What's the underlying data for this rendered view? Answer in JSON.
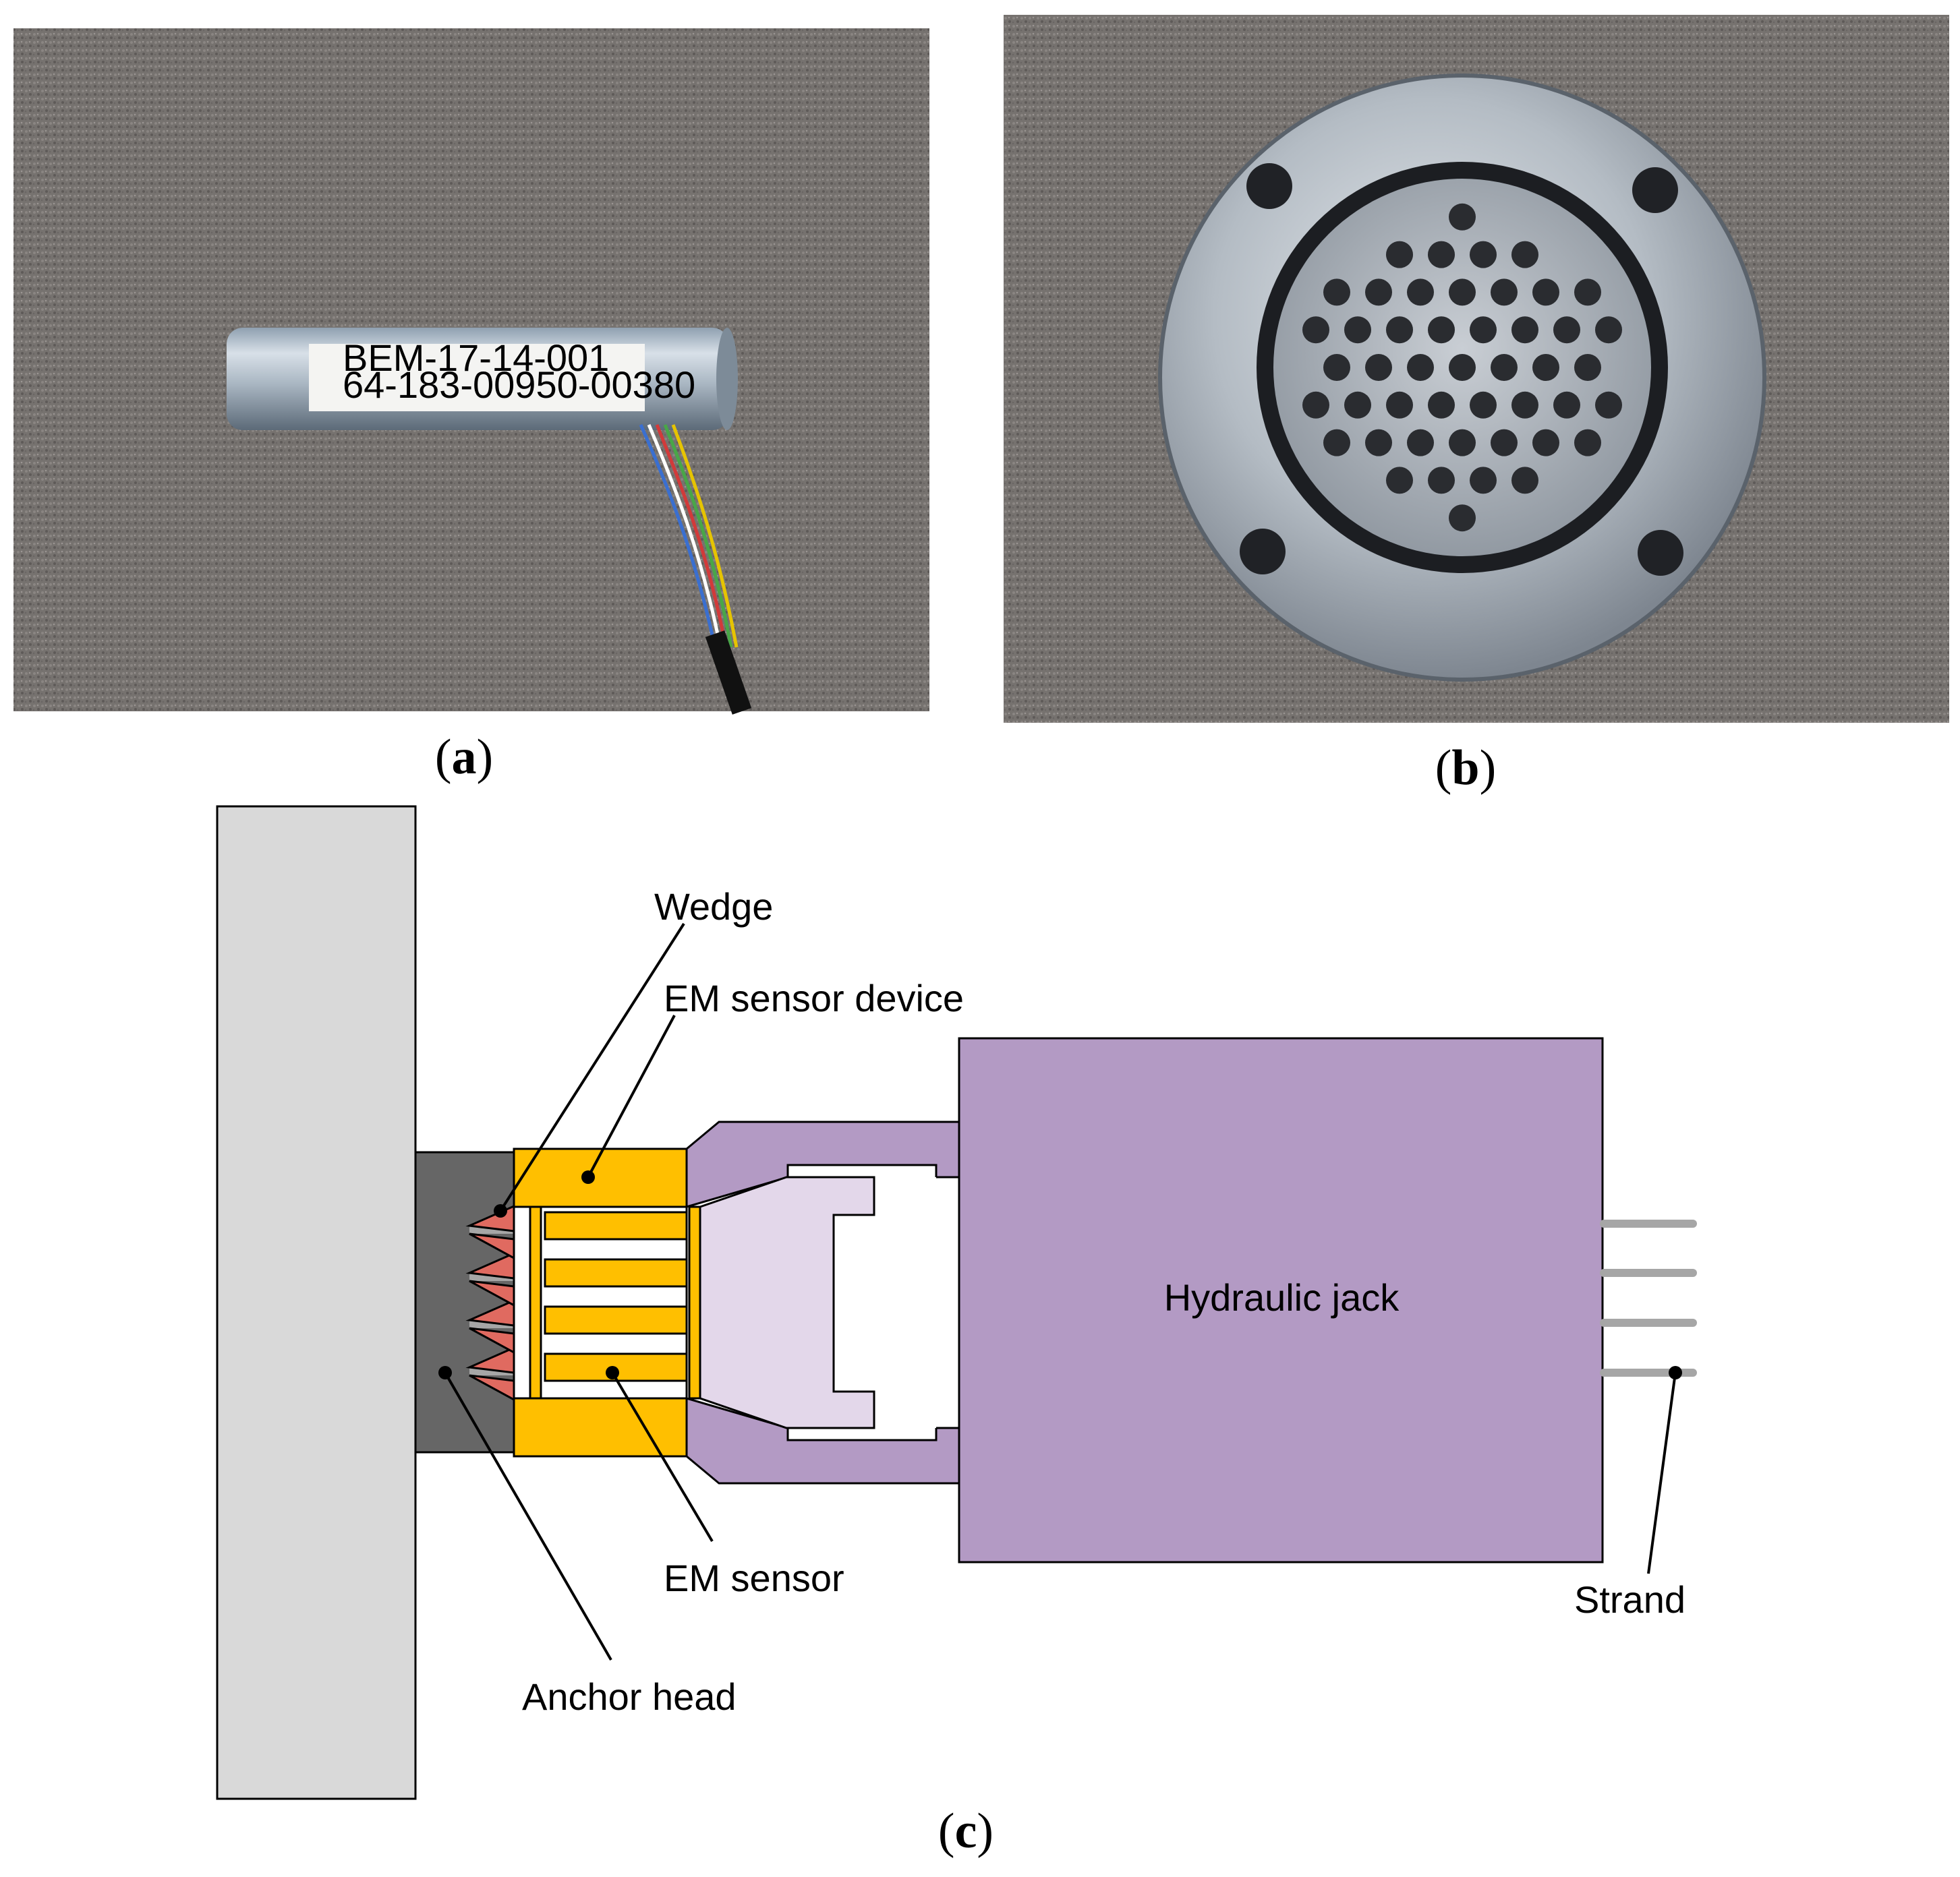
{
  "panel_a": {
    "sensor_label_line1": "BEM-17-14-001",
    "sensor_label_line2": "64-183-00950-00380",
    "caption": "(a)",
    "caption_letter": "a"
  },
  "panel_b": {
    "caption_letter": "b"
  },
  "panel_c": {
    "caption_letter": "c",
    "labels": {
      "wedge": "Wedge",
      "em_sensor_device": "EM sensor device",
      "hydraulic_jack": "Hydraulic jack",
      "em_sensor": "EM sensor",
      "anchor_head": "Anchor head",
      "strand": "Strand"
    },
    "colors": {
      "concrete": "#d9d9d9",
      "anchor_head": "#666666",
      "wedge": "#e06a60",
      "sensor_device": "#ffbf00",
      "jack": "#b39ac4",
      "jack_inner": "#e3d7ea",
      "strand": "#a6a6a6"
    }
  },
  "photo_colors": {
    "carpet": "#76726f",
    "metal": "#b7bec6"
  }
}
